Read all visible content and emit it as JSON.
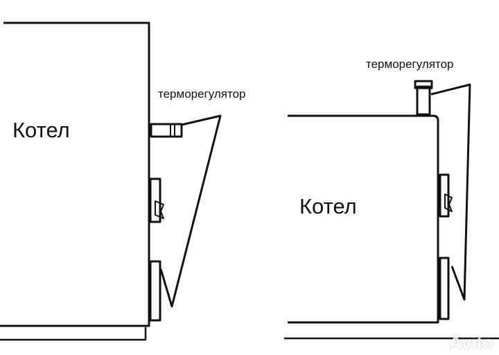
{
  "left_diagram": {
    "boiler_label": "Котел",
    "thermostat_label": "терморегулятор"
  },
  "right_diagram": {
    "boiler_label": "Котел",
    "thermostat_label": "терморегулятор"
  },
  "watermark": "Avito",
  "colors": {
    "line": "#111111",
    "background": "#ffffff"
  }
}
